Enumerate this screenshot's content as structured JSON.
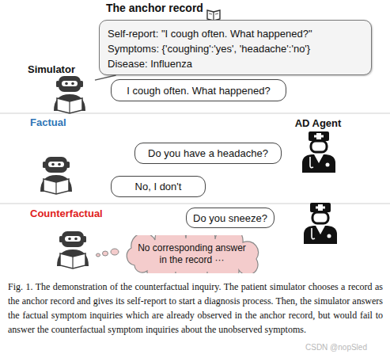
{
  "diagram": {
    "caption": "Fig. 1. The demonstration of the counterfactual inquiry. The patient simulator chooses a record as the anchor record and gives its self-report to start a diagnosis process. Then, the simulator answers the factual symptom inquiries which are already observed in the anchor record, but would fail to answer the counterfactual symptom inquiries about the unobserved symptoms.",
    "nodes": [
      {
        "text": [
          "The anchor record",
          "Self-report: \"I cough often. What happened?\"",
          "Symptoms: {'coughing':'yes', 'headache':'no'}",
          "Disease: Influenza"
        ]
      },
      {
        "text": [
          "Simulator"
        ]
      },
      {
        "text": [
          "I cough often. What happened?"
        ]
      },
      {
        "text": [
          "AD Agent"
        ]
      },
      {
        "text": [
          "Do you have a headache?"
        ]
      },
      {
        "text": [
          "No, I don't"
        ]
      },
      {
        "text": [
          "Do you sneeze?"
        ]
      },
      {
        "text": [
          "No corresponding answer in the record ···"
        ]
      }
    ],
    "edges": [
      {
        "from": 1,
        "to": 0,
        "arrow": "none"
      }
    ],
    "labels": [
      "Factual",
      "Counterfactual",
      "CSDN @nopSled"
    ]
  }
}
